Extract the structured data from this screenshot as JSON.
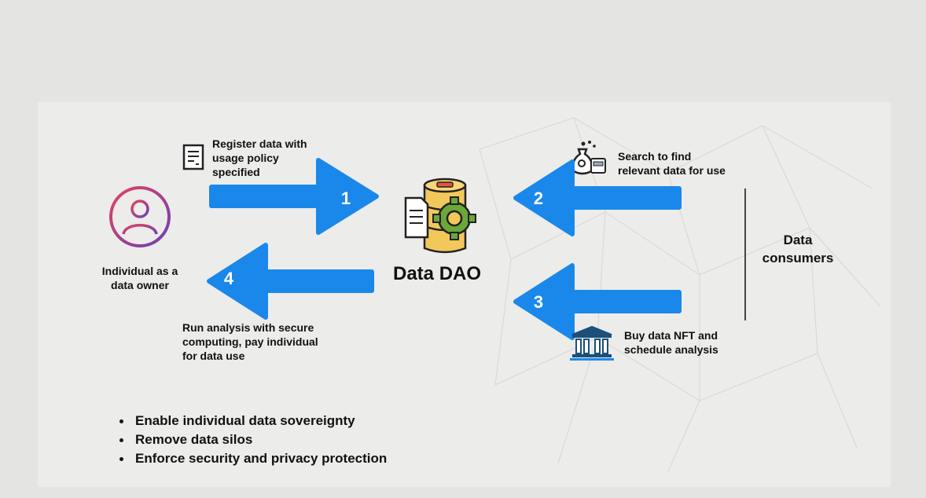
{
  "diagram": {
    "center_label": "Data DAO",
    "owner_label": [
      "Individual as a",
      "data owner"
    ],
    "consumers_label": [
      "Data",
      "consumers"
    ],
    "steps": [
      {
        "number": "1",
        "text": [
          "Register data with",
          "usage policy",
          "specified"
        ]
      },
      {
        "number": "2",
        "text": [
          "Search to find",
          "relevant data for use"
        ]
      },
      {
        "number": "3",
        "text": [
          "Buy data NFT and",
          "schedule analysis"
        ]
      },
      {
        "number": "4",
        "text": [
          "Run analysis with secure",
          "computing, pay individual",
          "for data use"
        ]
      }
    ],
    "bullets": [
      "Enable individual data sovereignty",
      "Remove data silos",
      "Enforce security and privacy protection"
    ],
    "colors": {
      "arrow": "#1a88ea",
      "owner_ring_start": "#e5425f",
      "owner_ring_end": "#6a3fb8",
      "database_gold": "#f3c85a",
      "gear_green": "#6aa83a"
    },
    "icons": {
      "owner": "user-circle-icon",
      "database": "database-gear-icon",
      "document": "document-icon",
      "search": "money-bag-search-icon",
      "bank": "bank-icon"
    }
  }
}
